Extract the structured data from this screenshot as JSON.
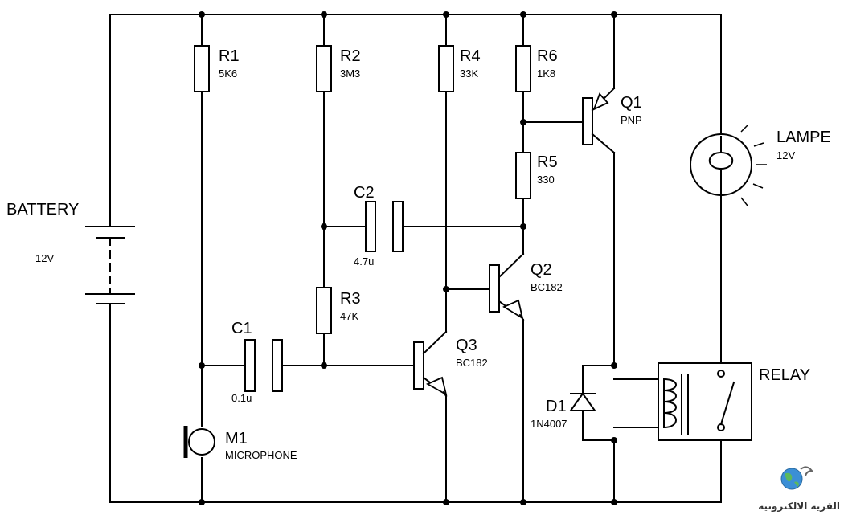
{
  "battery": {
    "name": "BATTERY",
    "value": "12V"
  },
  "r1": {
    "name": "R1",
    "value": "5K6"
  },
  "r2": {
    "name": "R2",
    "value": "3M3"
  },
  "r3": {
    "name": "R3",
    "value": "47K"
  },
  "r4": {
    "name": "R4",
    "value": "33K"
  },
  "r5": {
    "name": "R5",
    "value": "330"
  },
  "r6": {
    "name": "R6",
    "value": "1K8"
  },
  "c1": {
    "name": "C1",
    "value": "0.1u"
  },
  "c2": {
    "name": "C2",
    "value": "4.7u"
  },
  "q1": {
    "name": "Q1",
    "value": "PNP"
  },
  "q2": {
    "name": "Q2",
    "value": "BC182"
  },
  "q3": {
    "name": "Q3",
    "value": "BC182"
  },
  "d1": {
    "name": "D1",
    "value": "1N4007"
  },
  "m1": {
    "name": "M1",
    "value": "MICROPHONE"
  },
  "lamp": {
    "name": "LAMPE",
    "value": "12V"
  },
  "relay": {
    "name": "RELAY"
  },
  "logo": {
    "text": "القرية الالكترونية"
  }
}
